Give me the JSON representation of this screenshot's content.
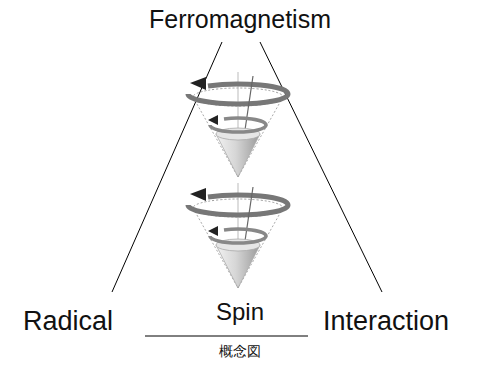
{
  "diagram": {
    "caption": "概念図",
    "labels": [
      "Ferromagnetism",
      "Radical",
      "Spin",
      "Interaction"
    ]
  }
}
